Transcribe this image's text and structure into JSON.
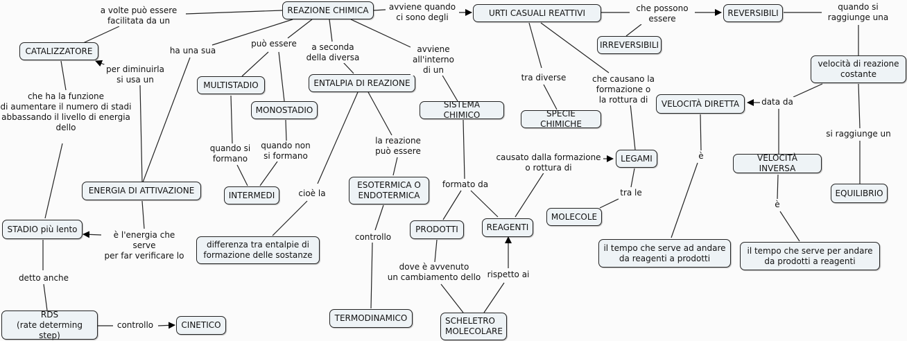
{
  "concept_map": {
    "nodes": {
      "reazione_chimica": "REAZIONE CHIMICA",
      "urti_casuali": "URTI CASUALI REATTIVI",
      "reversibili": "REVERSIBILI",
      "irreversibili": "IRREVERSIBILI",
      "catalizzatore": "CATALIZZATORE",
      "multistadio": "MULTISTADIO",
      "monostadio": "MONOSTADIO",
      "entalpia": "ENTALPIA DI REAZIONE",
      "sistema_chimico": "SISTEMA CHIMICO",
      "specie_chimiche": "SPECIE CHIMICHE",
      "velocita_costante": "velocità di reazione\ncostante",
      "velocita_diretta": "VELOCITÀ DIRETTA",
      "velocita_inversa": "VELOCITÀ INVERSA",
      "equilibrio": "EQUILIBRIO",
      "legami": "LEGAMI",
      "molecole": "MOLECOLE",
      "energia_attivazione": "ENERGIA DI ATTIVAZIONE",
      "intermedi": "INTERMEDI",
      "esotermica": "ESOTERMICA O\nENDOTERMICA",
      "prodotti": "PRODOTTI",
      "reagenti": "REAGENTI",
      "stadio_lento": "STADIO più lento",
      "differenza_entalpie": "differenza tra entalpie di\nformazione delle sostanze",
      "tempo_diretta": "il tempo che serve ad andare\nda reagenti a prodotti",
      "tempo_inversa": "il tempo che serve per andare\nda prodotti a reagenti",
      "rds": "RDS\n(rate determing step)",
      "cinetico": "CINETICO",
      "termodinamico": "TERMODINAMICO",
      "scheletro": "SCHELETRO\nMOLECOLARE"
    },
    "links": {
      "a_volte": "a volte può essere\nfacilitata da un",
      "ha_una_sua": "ha una sua",
      "puo_essere": "può essere",
      "a_seconda": "a seconda\ndella diversa",
      "avviene_interno": "avviene\nall'interno\ndi un",
      "avviene_quando": "avviene quando\nci sono degli",
      "che_possono": "che possono\nessere",
      "quando_si_raggiunge": "quando si\nraggiunge una",
      "per_diminuirla": "per diminuirla\nsi usa un",
      "che_ha_funzione": "che ha la funzione\ndi aumentare il numero di stadi\nabbassando il livello di energia\ndello",
      "tra_diverse": "tra diverse",
      "che_causano": "che causano la\nformazione o\nla rottura di",
      "data_da": "data da",
      "si_raggiunge_un": "si raggiunge un",
      "quando_si_formano": "quando si\nformano",
      "quando_non": "quando non\nsi formano",
      "cioe_la": "cioè la",
      "la_reazione": "la reazione\npuò essere",
      "formato_da": "formato da",
      "causato_dalla": "causato dalla formazione\no rottura di",
      "e_diretta": "è",
      "e_inversa": "è",
      "tra_le": "tra le",
      "e_energia": "è l'energia che serve\nper far verificare lo",
      "controllo_1": "controllo",
      "detto_anche": "detto anche",
      "dove_avvenuto": "dove è avvenuto\nun cambiamento dello",
      "rispetto_ai": "rispetto ai",
      "controllo_2": "controllo"
    }
  }
}
